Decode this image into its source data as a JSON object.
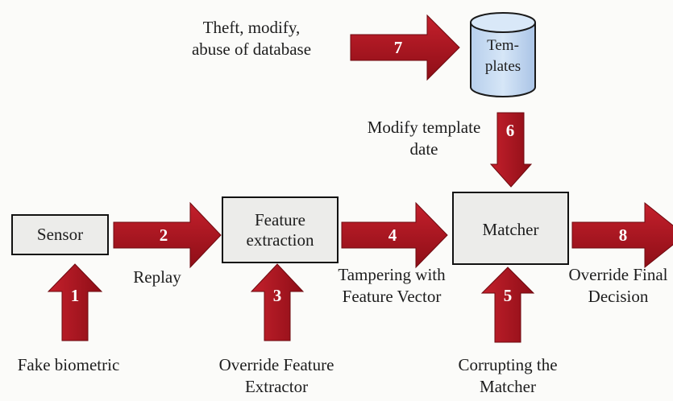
{
  "nodes": {
    "sensor": "Sensor",
    "feature_extraction_line1": "Feature",
    "feature_extraction_line2": "extraction",
    "matcher": "Matcher",
    "templates_line1": "Tem-",
    "templates_line2": "plates"
  },
  "attack_points": {
    "a1": {
      "number": "1",
      "label": "Fake biometric"
    },
    "a2": {
      "number": "2",
      "label": "Replay"
    },
    "a3": {
      "number": "3",
      "label_line1": "Override Feature",
      "label_line2": "Extractor"
    },
    "a4": {
      "number": "4",
      "label_line1": "Tampering with",
      "label_line2": "Feature Vector"
    },
    "a5": {
      "number": "5",
      "label_line1": "Corrupting the",
      "label_line2": "Matcher"
    },
    "a6": {
      "number": "6",
      "label_line1": "Modify template",
      "label_line2": "date"
    },
    "a7": {
      "number": "7",
      "label_line1": "Theft, modify,",
      "label_line2": "abuse of database"
    },
    "a8": {
      "number": "8",
      "label_line1": "Override Final",
      "label_line2": "Decision"
    }
  },
  "colors": {
    "arrow_fill": "#b3121f",
    "arrow_dark": "#6e0a10",
    "box_fill": "#ececea",
    "db_fill": "#c8dcf2",
    "db_stroke": "#1a1a1a"
  }
}
